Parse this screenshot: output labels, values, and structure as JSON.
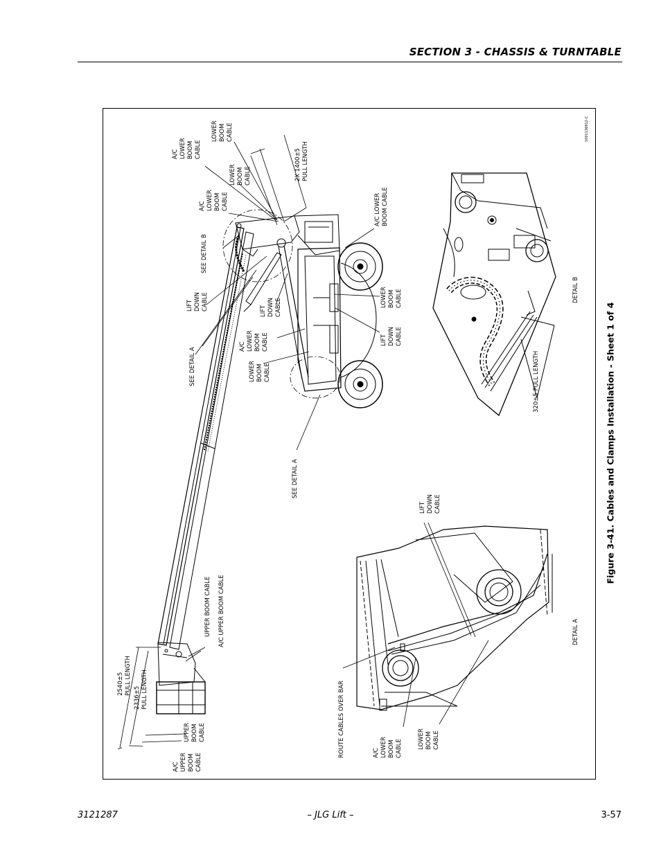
{
  "header": {
    "section_title": "SECTION 3 - CHASSIS & TURNTABLE"
  },
  "figure": {
    "caption": "Figure 3-41. Cables and Clamps Installation - Sheet 1 of 4",
    "drawing_id": "1001136912-C",
    "labels": {
      "ac_lower_boom_cable_top": [
        "A/C",
        "LOWER",
        "BOOM",
        "CABLE"
      ],
      "lower_boom_cable_top": [
        "LOWER",
        "BOOM",
        "CABLE"
      ],
      "pull_length_1400": [
        "2X 1400±5",
        "PULL LENGTH"
      ],
      "lower_boom_cable_mid": [
        "LOWER",
        "BOOM",
        "CABLE"
      ],
      "ac_lower_boom_cable_mid": [
        "A/C",
        "LOWER",
        "BOOM",
        "CABLE"
      ],
      "see_detail_b": "SEE DETAIL B",
      "ac_lower_boom_cable_right": [
        "A/C LOWER",
        "BOOM CABLE"
      ],
      "lift_down_cable_left": [
        "LIFT",
        "DOWN",
        "CABLE"
      ],
      "lift_down_cable_center": [
        "LIFT",
        "DOWN",
        "CABLE"
      ],
      "lower_boom_cable_right": [
        "LOWER",
        "BOOM",
        "CABLE"
      ],
      "lift_down_cable_right": [
        "LIFT",
        "DOWN",
        "CABLE"
      ],
      "see_detail_a_left": "SEE DETAIL A",
      "ac_lower_boom_cable_center": [
        "A/C",
        "LOWER",
        "BOOM",
        "CABLE"
      ],
      "lower_boom_cable_center": [
        "LOWER",
        "BOOM",
        "CABLE"
      ],
      "see_detail_a": "SEE DETAIL A",
      "detail_b": "DETAIL B",
      "pull_length_320": "320±5 PULL LENGTH",
      "lift_down_cable_detail_a": [
        "LIFT",
        "DOWN",
        "CABLE"
      ],
      "upper_boom_cable_1": "UPPER BOOM CABLE",
      "ac_upper_boom_cable_1": "A/C UPPER BOOM CABLE",
      "pull_length_2540": [
        "2540±5",
        "PULL LENGTH"
      ],
      "pull_length_2336": [
        "2336±5",
        "PULL LENGTH"
      ],
      "upper_boom_cable_2": [
        "UPPER",
        "BOOM",
        "CABLE"
      ],
      "ac_upper_boom_cable_2": [
        "A/C",
        "UPPER",
        "BOOM",
        "CABLE"
      ],
      "detail_a": "DETAIL A",
      "route_cables_over_bar": "ROUTE CABLES OVER BAR",
      "ac_lower_boom_cable_detail_a": [
        "A/C",
        "LOWER",
        "BOOM",
        "CABLE"
      ],
      "lower_boom_cable_detail_a": [
        "LOWER",
        "BOOM",
        "CABLE"
      ]
    }
  },
  "footer": {
    "doc_number": "3121287",
    "center_text": "– JLG Lift –",
    "page_number": "3-57"
  }
}
